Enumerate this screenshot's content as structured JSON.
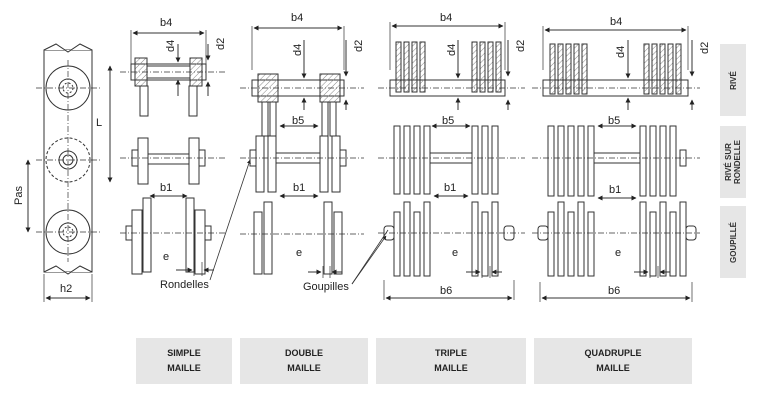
{
  "dims": {
    "b4": "b4",
    "d4": "d4",
    "d2": "d2",
    "b5": "b5",
    "b1": "b1",
    "e": "e",
    "b6": "b6",
    "L": "L",
    "pas": "Pas",
    "h2": "h2"
  },
  "callouts": {
    "rondelles": "Rondelles",
    "goupilles": "Goupilles"
  },
  "side_labels": {
    "rive": "RIVÉ",
    "rive_rondelle_1": "RIVÉ SUR",
    "rive_rondelle_2": "RONDELLE",
    "goupille": "GOUPILLÉ"
  },
  "bottom_labels": [
    {
      "line1": "SIMPLE",
      "line2": "MAILLE"
    },
    {
      "line1": "DOUBLE",
      "line2": "MAILLE"
    },
    {
      "line1": "TRIPLE",
      "line2": "MAILLE"
    },
    {
      "line1": "QUADRUPLE",
      "line2": "MAILLE"
    }
  ],
  "colors": {
    "line": "#333333",
    "panel": "#e6e6e6",
    "hatch": "#aaaaaa"
  }
}
